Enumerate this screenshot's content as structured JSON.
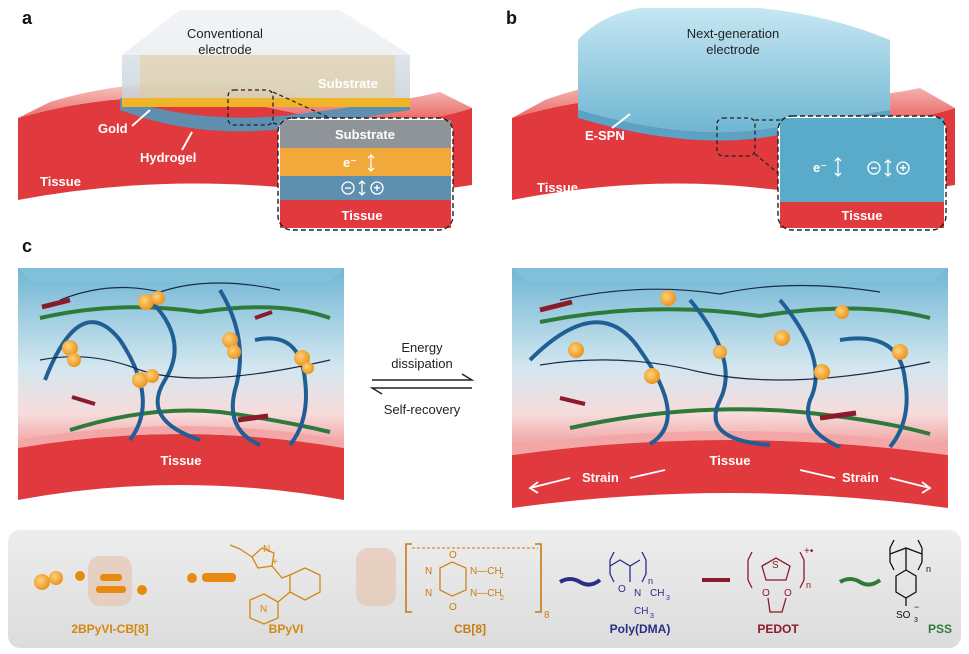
{
  "panels": {
    "a": {
      "letter": "a",
      "title_line1": "Conventional",
      "title_line2": "electrode",
      "substrate": "Substrate",
      "gold": "Gold",
      "hydrogel": "Hydrogel",
      "tissue": "Tissue",
      "inset_substrate": "Substrate",
      "inset_electron": "e⁻",
      "inset_ion_minus": "−",
      "inset_ion_plus": "+",
      "inset_tissue": "Tissue"
    },
    "b": {
      "letter": "b",
      "title_line1": "Next-generation",
      "title_line2": "electrode",
      "espn": "E-SPN",
      "tissue": "Tissue",
      "inset_electron": "e⁻",
      "inset_ion_minus": "−",
      "inset_ion_plus": "+",
      "inset_tissue": "Tissue"
    },
    "c": {
      "letter": "c",
      "forward_label": "Energy",
      "forward_label2": "dissipation",
      "reverse_label": "Self-recovery",
      "left_tissue": "Tissue",
      "right_tissue": "Tissue",
      "strain_left": "Strain",
      "strain_right": "Strain"
    }
  },
  "legend": {
    "items": [
      {
        "name": "2BPyVI-CB[8]",
        "color": "#d4870f"
      },
      {
        "name": "BPyVI",
        "color": "#d4870f"
      },
      {
        "name": "CB[8]",
        "color": "#c77b12"
      },
      {
        "name": "Poly(DMA)",
        "color": "#2a2e86"
      },
      {
        "name": "PEDOT",
        "color": "#8b1a2b"
      },
      {
        "name": "PSS",
        "color": "#2e7a3a"
      }
    ],
    "cb8_subscript": "8",
    "polydma_n": "n",
    "pedot_n": "n",
    "pedot_charge": "+•",
    "pss_n": "n",
    "pss_group": "SO",
    "pss_sub": "3",
    "pss_charge": "−",
    "chem": {
      "n_ch2_top": "N—CH",
      "n_ch2_bot": "N—CH",
      "ch2_sub": "2",
      "n_left_top": "N",
      "n_left_bot": "N",
      "o_top": "O",
      "o_bot": "O",
      "dma_n": "N",
      "dma_ch3_a": "CH",
      "dma_ch3_b": "CH",
      "ch3_sub": "3",
      "dma_o": "O",
      "pedot_s": "S",
      "pedot_o_left": "O",
      "pedot_o_right": "O",
      "bpyvi_n_top": "N",
      "bpyvi_n_plus": "+",
      "bpyvi_n_bot": "N"
    }
  },
  "colors": {
    "tissue": "#e03a3f",
    "tissue_light": "#f4b8b9",
    "hydrogel": "#5e8fae",
    "gold": "#f0b429",
    "blue_gel": "#6eb8d6",
    "chain_blue": "#1f5f95",
    "chain_green": "#2e7a3a",
    "pedot": "#8b1a2b",
    "guest": "#f5a623"
  }
}
